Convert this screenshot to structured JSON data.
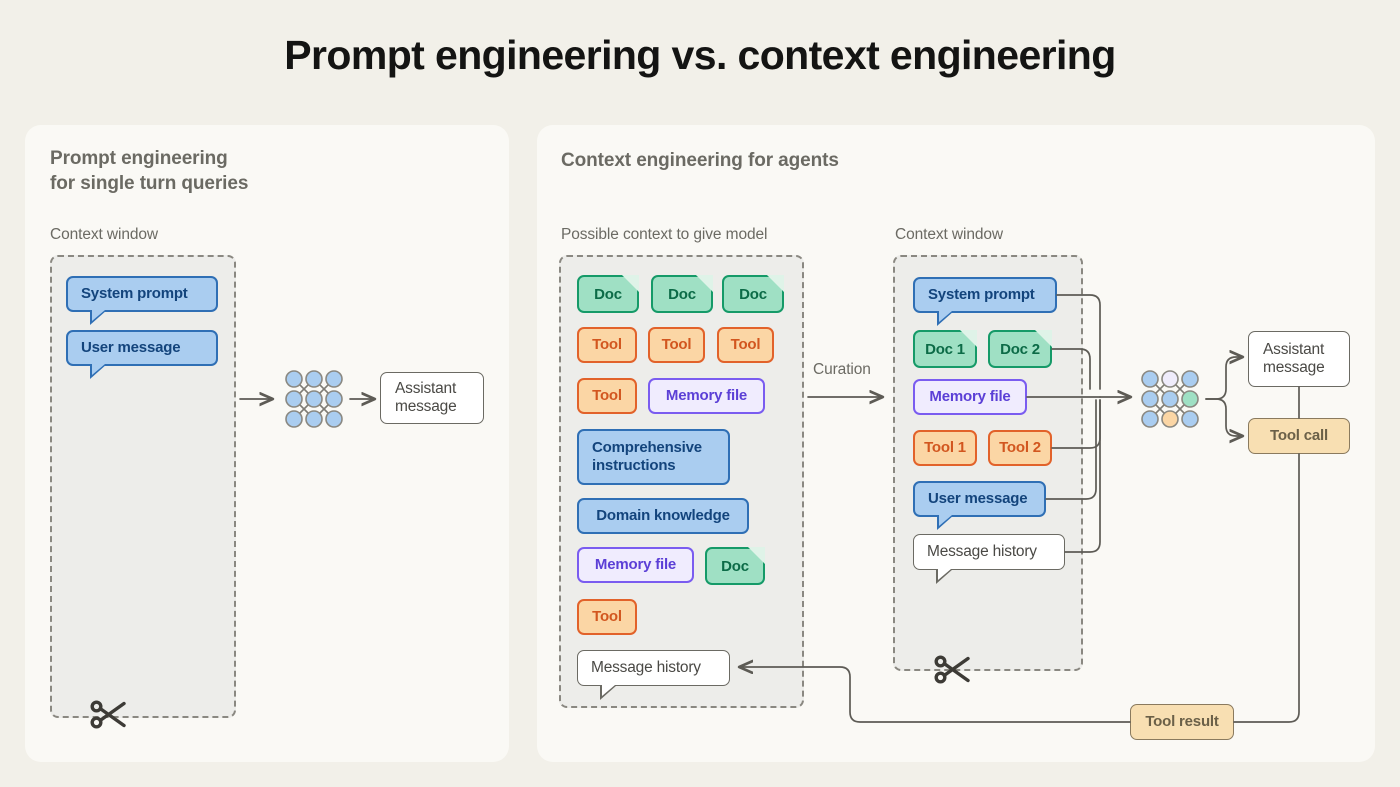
{
  "page": {
    "title": "Prompt engineering vs. context engineering",
    "background": "#f2f0e9",
    "panel_background": "#faf9f5"
  },
  "colors": {
    "blue_fill": "#aacdf0",
    "blue_border": "#2f6fb5",
    "green_fill": "#9fe0c4",
    "green_border": "#159a68",
    "orange_fill": "#fbd6a5",
    "orange_border": "#e2622a",
    "purple_fill": "#f0ecfe",
    "purple_border": "#7a5cf0",
    "tan_fill": "#f8dfb2",
    "tan_border": "#8a7a5e",
    "neutral_border": "#6b6a63",
    "text_muted": "#6b6a63"
  },
  "left_panel": {
    "title_line1": "Prompt engineering",
    "title_line2": "for single turn queries",
    "context_label": "Context window",
    "items": [
      {
        "label": "System prompt",
        "type": "bubble",
        "color": "blue"
      },
      {
        "label": "User message",
        "type": "bubble",
        "color": "blue"
      }
    ],
    "model_icon": "neural-network-icon",
    "output": {
      "label_line1": "Assistant",
      "label_line2": "message",
      "type": "box",
      "color": "white"
    },
    "truncation_icon": "scissors-icon"
  },
  "right_panel": {
    "title": "Context engineering for agents",
    "possible_context_label": "Possible context to give model",
    "context_window_label": "Context window",
    "curation_label": "Curation",
    "possible_context_items": [
      {
        "label": "Doc",
        "type": "doc",
        "color": "green"
      },
      {
        "label": "Doc",
        "type": "doc",
        "color": "green"
      },
      {
        "label": "Doc",
        "type": "doc",
        "color": "green"
      },
      {
        "label": "Tool",
        "type": "chip",
        "color": "orange"
      },
      {
        "label": "Tool",
        "type": "chip",
        "color": "orange"
      },
      {
        "label": "Tool",
        "type": "chip",
        "color": "orange"
      },
      {
        "label": "Tool",
        "type": "chip",
        "color": "orange"
      },
      {
        "label": "Memory file",
        "type": "chip",
        "color": "purple"
      },
      {
        "label": "Comprehensive instructions",
        "type": "chip",
        "color": "blue"
      },
      {
        "label": "Domain knowledge",
        "type": "chip",
        "color": "blue"
      },
      {
        "label": "Memory file",
        "type": "chip",
        "color": "purple"
      },
      {
        "label": "Doc",
        "type": "doc",
        "color": "green"
      },
      {
        "label": "Tool",
        "type": "chip",
        "color": "orange"
      },
      {
        "label": "Message history",
        "type": "bubble",
        "color": "white"
      }
    ],
    "comprehensive_instructions_line1": "Comprehensive",
    "comprehensive_instructions_line2": "instructions",
    "context_window_items": [
      {
        "label": "System prompt",
        "type": "bubble",
        "color": "blue"
      },
      {
        "label": "Doc 1",
        "type": "doc",
        "color": "green"
      },
      {
        "label": "Doc 2",
        "type": "doc",
        "color": "green"
      },
      {
        "label": "Memory file",
        "type": "chip",
        "color": "purple"
      },
      {
        "label": "Tool 1",
        "type": "chip",
        "color": "orange"
      },
      {
        "label": "Tool 2",
        "type": "chip",
        "color": "orange"
      },
      {
        "label": "User message",
        "type": "bubble",
        "color": "blue"
      },
      {
        "label": "Message history",
        "type": "bubble",
        "color": "white"
      }
    ],
    "model_icon": "neural-network-icon",
    "outputs": [
      {
        "label_line1": "Assistant",
        "label_line2": "message",
        "type": "box",
        "color": "white"
      },
      {
        "label": "Tool call",
        "type": "chip",
        "color": "tan"
      }
    ],
    "tool_result": {
      "label": "Tool result",
      "type": "chip",
      "color": "tan"
    },
    "truncation_icon": "scissors-icon"
  }
}
